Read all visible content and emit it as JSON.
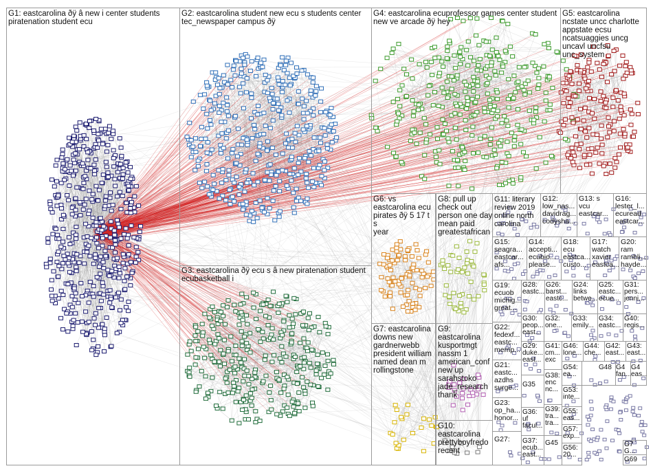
{
  "groups": [
    {
      "id": "G1",
      "label": "G1: eastcarolina ðÿ â new i center students\npiratenation student ecu",
      "color": "#1a1a6e"
    },
    {
      "id": "G2",
      "label": "G2: eastcarolina student new ecu s students center\ntec_newspaper campus ðÿ",
      "color": "#2f6fb8"
    },
    {
      "id": "G3",
      "label": "G3: eastcarolina ðÿ ecu s â new piratenation student\necubasketball i",
      "color": "#1f6b3a"
    },
    {
      "id": "G4",
      "label": "G4: eastcarolina ecuprofessor games center student\nnew ve arcade ðÿ hey",
      "color": "#3a9a2a"
    },
    {
      "id": "G5",
      "label": "G5: eastcarolina\nncstate uncc charlotte\nappstate ecsu\nncatsuaggies uncg\nuncavl uncfsu\nunc_system",
      "color": "#a01818"
    },
    {
      "id": "G6",
      "label": "G6: vs\neastcarolina ecu\npirates ðÿ 5 17 t s\nyear",
      "color": "#d9821a"
    },
    {
      "id": "G7",
      "label": "G7: eastcarolina\ndowns new\ngardnerwebb\npresident william\nnamed dean m\nrollingstone",
      "color": "#d8b400"
    },
    {
      "id": "G8",
      "label": "G8: pull up\ncheck out\nperson one day\nmean paid\ngreatestafrican",
      "color": "#9ab83a"
    },
    {
      "id": "G9",
      "label": "G9:\neastcarolina\nkusportmgt\nnassm 1\namerican_conf\nnew up\nsarahstoko\njade_research\nthank",
      "color": "#b05ab0"
    },
    {
      "id": "G10",
      "label": "G10:\neastcarolina\nprettyboyfredo\nrecent",
      "color": "#7a7a7a"
    },
    {
      "id": "G11",
      "label": "G11: literary\nreview 2019\nonline north\ncarolina",
      "color": "#5a8a5a"
    },
    {
      "id": "G12",
      "label": "G12:\nlow_nas...\ndavidrag...\ncodysha...",
      "color": "#555555"
    },
    {
      "id": "G13",
      "label": "G13: s\nvcu\neastcar...",
      "color": "#555555"
    },
    {
      "id": "G16",
      "label": "G16:\nlester_l...\necuread\neastcar...",
      "color": "#555555"
    },
    {
      "id": "G15",
      "label": "G15:\nseagra...\neastcar...\nafs...",
      "color": "#555555"
    },
    {
      "id": "G14",
      "label": "G14:\naccepti...\necubio...\nplease...",
      "color": "#555555"
    },
    {
      "id": "G18",
      "label": "G18:\necu\neastca...\ncusto...",
      "color": "#555555"
    },
    {
      "id": "G17",
      "label": "G17:\nwatch\nxavier\neastca...",
      "color": "#555555"
    },
    {
      "id": "G20",
      "label": "G20:\nram\nrambli...\nhayde...",
      "color": "#555555"
    },
    {
      "id": "G19",
      "label": "G19:\necuob\nmichig...\ngreat...",
      "color": "#555555"
    },
    {
      "id": "G28",
      "label": "G28:\neastc...",
      "color": "#555555"
    },
    {
      "id": "G26",
      "label": "G26:\nbarst...\neastc...",
      "color": "#555555"
    },
    {
      "id": "G24",
      "label": "G24:\nlinks\nbetwe...",
      "color": "#555555"
    },
    {
      "id": "G25",
      "label": "G25:\neastc...\necue...",
      "color": "#555555"
    },
    {
      "id": "G31",
      "label": "G31:\npers...\njenni...",
      "color": "#555555"
    },
    {
      "id": "G22",
      "label": "G22:\nfedexf...\neastc...\nmemp...",
      "color": "#555555"
    },
    {
      "id": "G30",
      "label": "G30:\npeop...\neast...",
      "color": "#555555"
    },
    {
      "id": "G32",
      "label": "G32:\none...",
      "color": "#555555"
    },
    {
      "id": "G33",
      "label": "G33:\nemily...",
      "color": "#555555"
    },
    {
      "id": "G34",
      "label": "G34:\neastc...",
      "color": "#555555"
    },
    {
      "id": "G40",
      "label": "G40:\nregis...",
      "color": "#555555"
    },
    {
      "id": "G21",
      "label": "G21:\neastc...\nazdhs\nsurge...",
      "color": "#555555"
    },
    {
      "id": "G29",
      "label": "G29:\nduke...\neast...",
      "color": "#555555"
    },
    {
      "id": "G41",
      "label": "G41:\ncm...\nexc",
      "color": "#555555"
    },
    {
      "id": "G46",
      "label": "G46:\nlone...",
      "color": "#555555"
    },
    {
      "id": "G44",
      "label": "G44:\nche...",
      "color": "#555555"
    },
    {
      "id": "G42",
      "label": "G42:\neast...",
      "color": "#555555"
    },
    {
      "id": "G43",
      "label": "G43:\neast...",
      "color": "#555555"
    },
    {
      "id": "G23",
      "label": "G23:\nop_ha...\nhonor...",
      "color": "#555555"
    },
    {
      "id": "G35",
      "label": "G35",
      "color": "#555555"
    },
    {
      "id": "G38",
      "label": "G38:\nenc\nnc...",
      "color": "#555555"
    },
    {
      "id": "G54",
      "label": "G54:\nea...",
      "color": "#555555"
    },
    {
      "id": "G48",
      "label": "G48",
      "color": "#555555"
    },
    {
      "id": "G4b",
      "label": "G4\nfan...",
      "color": "#555555"
    },
    {
      "id": "G4c",
      "label": "G4\neas...",
      "color": "#555555"
    },
    {
      "id": "G53",
      "label": "G53:\ninte...",
      "color": "#555555"
    },
    {
      "id": "G36",
      "label": "G36:\nuf\nfacul...",
      "color": "#555555"
    },
    {
      "id": "G39",
      "label": "G39:\ntra...\ntra...",
      "color": "#555555"
    },
    {
      "id": "G55",
      "label": "G55:\neas...",
      "color": "#555555"
    },
    {
      "id": "G57",
      "label": "G57:\nexp...",
      "color": "#555555"
    },
    {
      "id": "G27",
      "label": "G27:",
      "color": "#555555"
    },
    {
      "id": "G37",
      "label": "G37:\necub...\neast...",
      "color": "#555555"
    },
    {
      "id": "G45",
      "label": "G45",
      "color": "#555555"
    },
    {
      "id": "G56",
      "label": "G56:\n20...",
      "color": "#555555"
    },
    {
      "id": "G7b",
      "label": "G7\nG...",
      "color": "#555555"
    },
    {
      "id": "G69",
      "label": "G69",
      "color": "#555555"
    }
  ]
}
